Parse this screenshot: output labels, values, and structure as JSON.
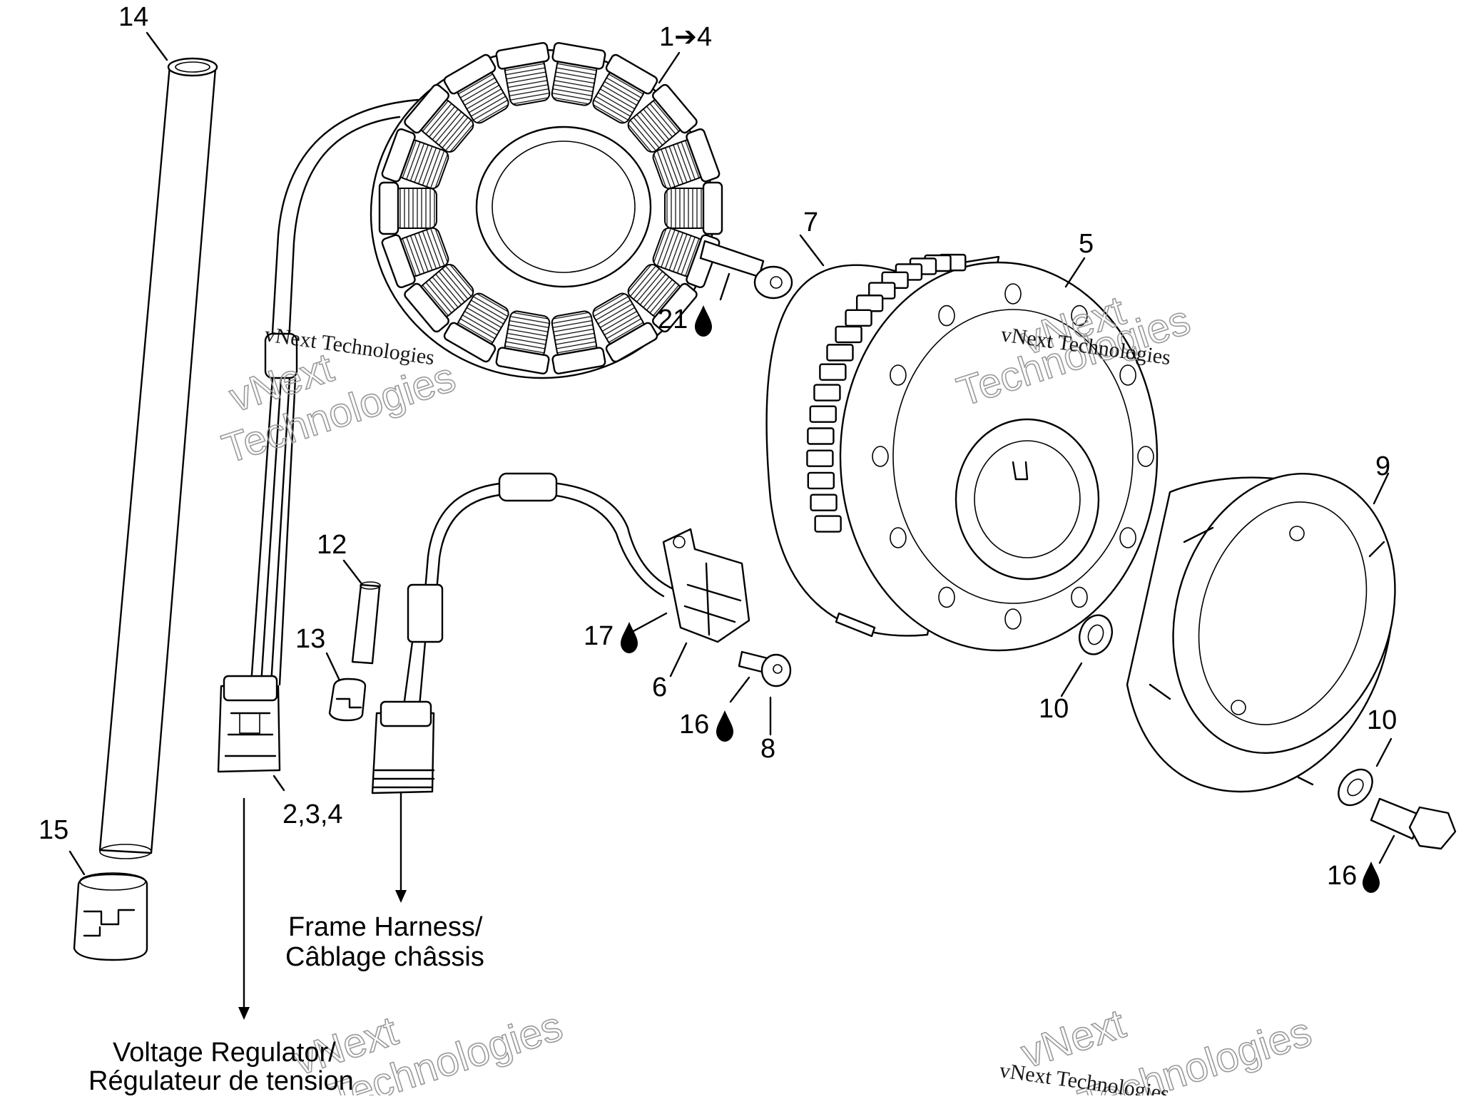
{
  "callouts": {
    "c14": "14",
    "c1_4": "1➔4",
    "c7": "7",
    "c21": "21",
    "c5": "5",
    "c12": "12",
    "c13": "13",
    "c9": "9",
    "c17": "17",
    "c6": "6",
    "c16a": "16",
    "c8": "8",
    "c10a": "10",
    "c10b": "10",
    "c2_3_4": "2,3,4",
    "c15": "15",
    "c16b": "16"
  },
  "captions": {
    "frame_harness_en": "Frame Harness/",
    "frame_harness_fr": "Câblage châssis",
    "voltage_regulator_en": "Voltage Regulator/",
    "voltage_regulator_fr": "Régulateur de tension"
  },
  "watermark": {
    "company": "vNext Technologies",
    "word1": "vNext",
    "word2": "Technologies"
  },
  "icons": {
    "thread_locker": "drop-icon"
  }
}
